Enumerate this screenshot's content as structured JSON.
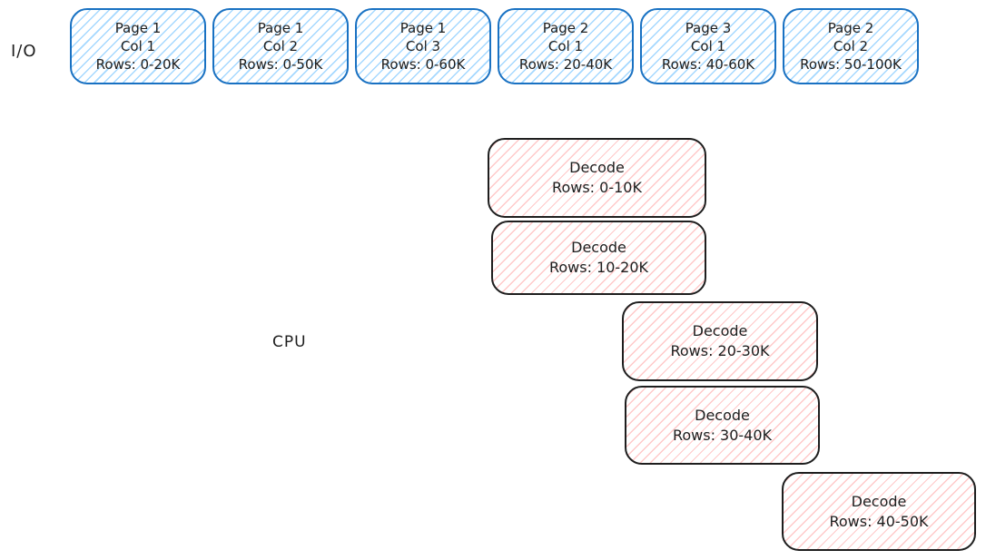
{
  "labels": {
    "io_lane": "I/O",
    "cpu_lane": "CPU"
  },
  "colors": {
    "io_border": "#1971c2",
    "io_hatch_fill": "#a5d8ff",
    "cpu_border": "#1e1e1e",
    "cpu_hatch_fill": "#ffc9c9",
    "text": "#1e1e1e",
    "background": "#ffffff"
  },
  "io_boxes": [
    {
      "page": "Page 1",
      "col": "Col 1",
      "rows": "Rows: 0-20K"
    },
    {
      "page": "Page 1",
      "col": "Col 2",
      "rows": "Rows: 0-50K"
    },
    {
      "page": "Page 1",
      "col": "Col 3",
      "rows": "Rows: 0-60K"
    },
    {
      "page": "Page 2",
      "col": "Col 1",
      "rows": "Rows: 20-40K"
    },
    {
      "page": "Page 3",
      "col": "Col 1",
      "rows": "Rows: 40-60K"
    },
    {
      "page": "Page 2",
      "col": "Col 2",
      "rows": "Rows: 50-100K"
    }
  ],
  "cpu_boxes": [
    {
      "title": "Decode",
      "rows": "Rows: 0-10K"
    },
    {
      "title": "Decode",
      "rows": "Rows: 10-20K"
    },
    {
      "title": "Decode",
      "rows": "Rows: 20-30K"
    },
    {
      "title": "Decode",
      "rows": "Rows: 30-40K"
    },
    {
      "title": "Decode",
      "rows": "Rows: 40-50K"
    }
  ]
}
